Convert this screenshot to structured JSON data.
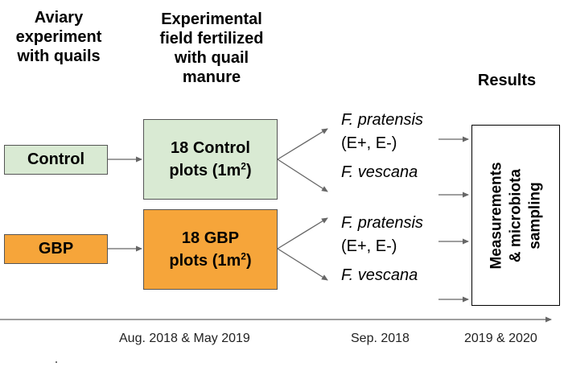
{
  "headers": {
    "aviary": [
      "Aviary",
      "experiment",
      "with quails"
    ],
    "field": [
      "Experimental",
      "field fertilized",
      "with quail",
      "manure"
    ],
    "results": "Results"
  },
  "treatments": {
    "control": "Control",
    "gbp": "GBP"
  },
  "plots": {
    "control_line1": "18 Control",
    "control_line2": "plots (1m",
    "control_sup": "2",
    "control_end": ")",
    "gbp_line1": "18 GBP",
    "gbp_line2": "plots (1m",
    "gbp_sup": "2",
    "gbp_end": ")"
  },
  "species": {
    "pratensis": "F. pratensis",
    "endophyte": "(E+, E-)",
    "vescana": "F. vescana"
  },
  "results_box": {
    "line1": "Measurements",
    "line2": "& microbiota",
    "line3": "sampling"
  },
  "timeline": {
    "date1": "Aug. 2018 & May 2019",
    "date2": "Sep. 2018",
    "date3": "2019 & 2020"
  },
  "colors": {
    "control_fill": "#d9ead3",
    "gbp_fill": "#f6a53a",
    "arrow": "#666666"
  }
}
